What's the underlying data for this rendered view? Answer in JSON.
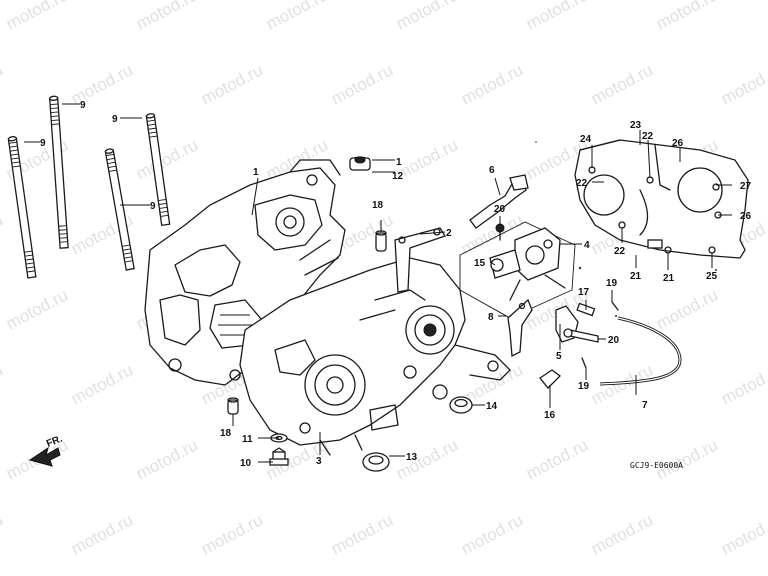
{
  "diagram": {
    "code": "GCJ9-E0600A",
    "direction_label": "FR.",
    "watermark": "motod.ru",
    "callouts": [
      {
        "id": "c1a",
        "text": "1"
      },
      {
        "id": "c1b",
        "text": "1"
      },
      {
        "id": "c2",
        "text": "2"
      },
      {
        "id": "c3",
        "text": "3"
      },
      {
        "id": "c4",
        "text": "4"
      },
      {
        "id": "c5",
        "text": "5"
      },
      {
        "id": "c6",
        "text": "6"
      },
      {
        "id": "c7",
        "text": "7"
      },
      {
        "id": "c8",
        "text": "8"
      },
      {
        "id": "c9a",
        "text": "9"
      },
      {
        "id": "c9b",
        "text": "9"
      },
      {
        "id": "c9c",
        "text": "9"
      },
      {
        "id": "c9d",
        "text": "9"
      },
      {
        "id": "c10",
        "text": "10"
      },
      {
        "id": "c11",
        "text": "11"
      },
      {
        "id": "c12",
        "text": "12"
      },
      {
        "id": "c13",
        "text": "13"
      },
      {
        "id": "c14",
        "text": "14"
      },
      {
        "id": "c15",
        "text": "15"
      },
      {
        "id": "c16",
        "text": "16"
      },
      {
        "id": "c17",
        "text": "17"
      },
      {
        "id": "c18a",
        "text": "18"
      },
      {
        "id": "c18b",
        "text": "18"
      },
      {
        "id": "c19a",
        "text": "19"
      },
      {
        "id": "c19b",
        "text": "19"
      },
      {
        "id": "c20a",
        "text": "20"
      },
      {
        "id": "c20b",
        "text": "20"
      },
      {
        "id": "c21a",
        "text": "21"
      },
      {
        "id": "c21b",
        "text": "21"
      },
      {
        "id": "c22a",
        "text": "22"
      },
      {
        "id": "c22b",
        "text": "22"
      },
      {
        "id": "c22c",
        "text": "22"
      },
      {
        "id": "c23",
        "text": "23"
      },
      {
        "id": "c24",
        "text": "24"
      },
      {
        "id": "c25",
        "text": "25"
      },
      {
        "id": "c26a",
        "text": "26"
      },
      {
        "id": "c26b",
        "text": "26"
      },
      {
        "id": "c27",
        "text": "27"
      }
    ]
  }
}
